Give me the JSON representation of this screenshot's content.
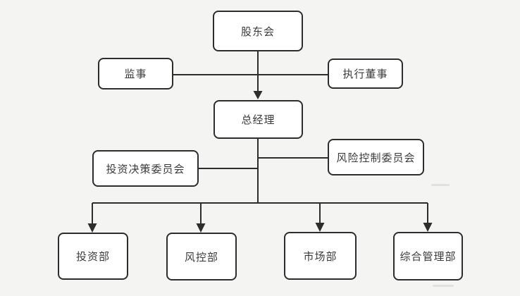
{
  "diagram": {
    "type": "org-chart",
    "nodes": {
      "shareholders": {
        "label": "股东会"
      },
      "supervisor": {
        "label": "监事"
      },
      "executive_director": {
        "label": "执行董事"
      },
      "general_manager": {
        "label": "总经理"
      },
      "investment_committee": {
        "label": "投资决策委员会"
      },
      "risk_committee": {
        "label": "风险控制委员会"
      },
      "investment_dept": {
        "label": "投资部"
      },
      "risk_dept": {
        "label": "风控部"
      },
      "market_dept": {
        "label": "市场部"
      },
      "general_mgmt_dept": {
        "label": "综合管理部"
      }
    },
    "edges": [
      {
        "from": "shareholders",
        "to": "general_manager",
        "style": "arrow"
      },
      {
        "from": "supervisor",
        "to": "executive_director",
        "style": "line"
      },
      {
        "from": "general_manager",
        "to": "investment_committee",
        "style": "line"
      },
      {
        "from": "general_manager",
        "to": "risk_committee",
        "style": "line"
      },
      {
        "from": "general_manager",
        "to": "investment_dept",
        "style": "arrow"
      },
      {
        "from": "general_manager",
        "to": "risk_dept",
        "style": "arrow"
      },
      {
        "from": "general_manager",
        "to": "market_dept",
        "style": "arrow"
      },
      {
        "from": "general_manager",
        "to": "general_mgmt_dept",
        "style": "arrow"
      }
    ],
    "colors": {
      "background": "#f4f4f2",
      "node_fill": "#ffffff",
      "node_border": "#2d2d2d",
      "line": "#2d2d2d",
      "text": "#3a3a3a"
    }
  }
}
